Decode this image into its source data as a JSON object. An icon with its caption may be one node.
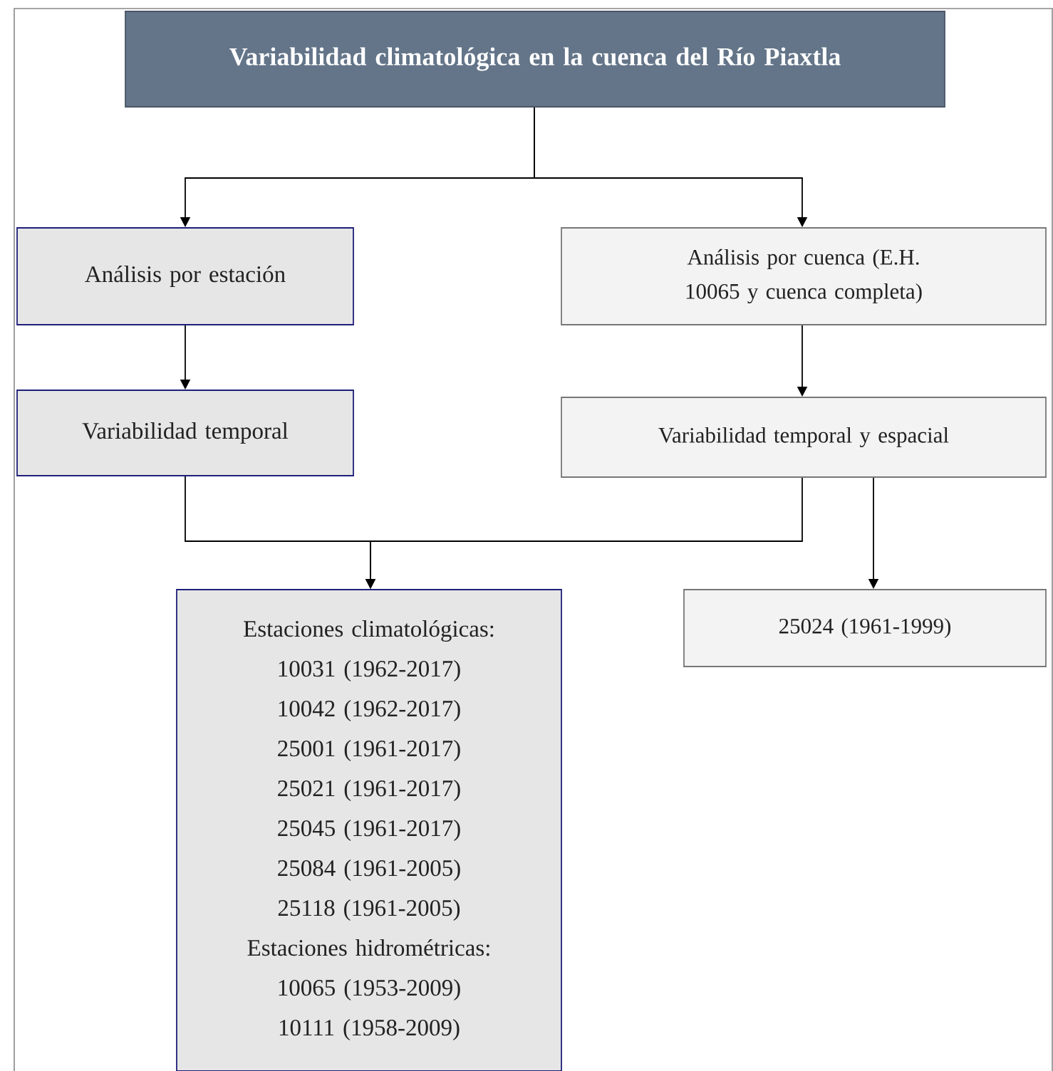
{
  "diagram": {
    "nodes": [
      {
        "text": [
          "Variabilidad climatológica en la cuenca del Río Piaxtla"
        ]
      },
      {
        "text": [
          "Análisis por estación"
        ]
      },
      {
        "text": [
          "Análisis por cuenca (E.H. 10065 y cuenca completa)"
        ]
      },
      {
        "text": [
          "Variabilidad temporal"
        ]
      },
      {
        "text": [
          "Variabilidad temporal y espacial"
        ]
      },
      {
        "text": [
          "Estaciones climatológicas:",
          "10031 (1962-2017)",
          "10042 (1962-2017)",
          "25001 (1961-2017)",
          "25021 (1961-2017)",
          "25045 (1961-2017)",
          "25084 (1961-2005)",
          "25118 (1961-2005)",
          "Estaciones hidrométricas:",
          "10065 (1953-2009)",
          "10111 (1958-2009)"
        ]
      },
      {
        "text": [
          "25024 (1961-1999)"
        ]
      }
    ],
    "edges": [
      {
        "from": 0,
        "to": 1,
        "arrow": "to"
      },
      {
        "from": 0,
        "to": 2,
        "arrow": "to"
      },
      {
        "from": 1,
        "to": 3,
        "arrow": "to"
      },
      {
        "from": 2,
        "to": 4,
        "arrow": "to"
      },
      {
        "from": 3,
        "to": 5,
        "arrow": "to"
      },
      {
        "from": 4,
        "to": 5,
        "arrow": "to"
      },
      {
        "from": 4,
        "to": 6,
        "arrow": "to"
      }
    ]
  }
}
